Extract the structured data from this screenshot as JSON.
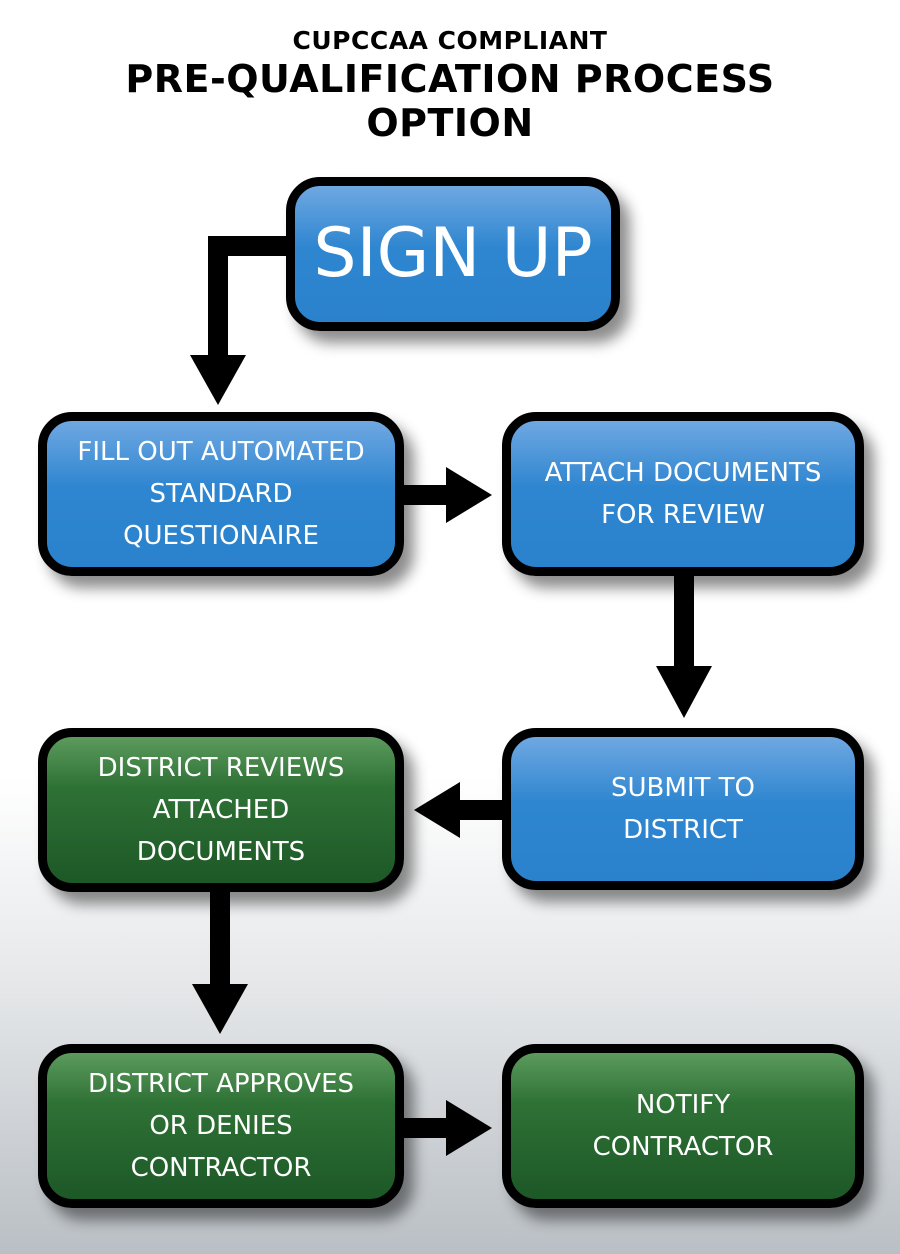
{
  "title": {
    "line1": "CUPCCAA COMPLIANT",
    "line2": "PRE-QUALIFICATION PROCESS",
    "line3": "OPTION"
  },
  "steps": {
    "sign_up": "SIGN UP",
    "fill_out": "FILL OUT AUTOMATED\nSTANDARD\nQUESTIONAIRE",
    "attach": "ATTACH DOCUMENTS\nFOR REVIEW",
    "submit": "SUBMIT TO\nDISTRICT",
    "district_reviews": "DISTRICT REVIEWS\nATTACHED\nDOCUMENTS",
    "district_approves": "DISTRICT APPROVES\nOR DENIES\nCONTRACTOR",
    "notify": "NOTIFY\nCONTRACTOR"
  },
  "colors": {
    "blue_box": "#2f86d0",
    "green_box": "#1d5827",
    "border": "#000000"
  }
}
